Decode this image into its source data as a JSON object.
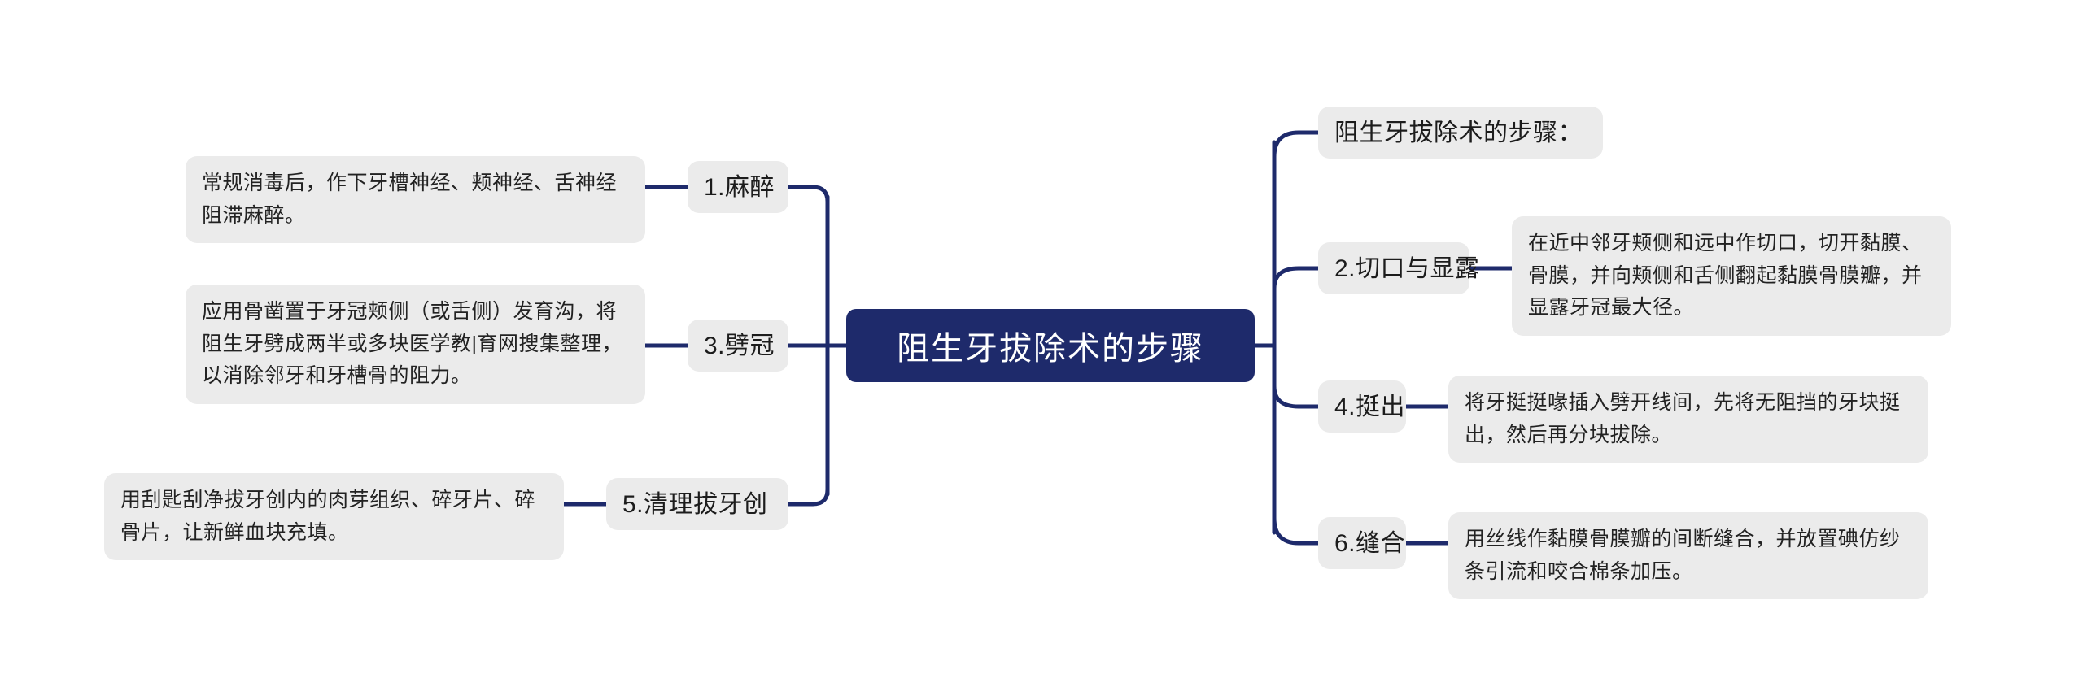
{
  "diagram": {
    "type": "mind-map",
    "title": "阻生牙拔除术的步骤",
    "accent_color": "#1e2a6b",
    "node_fill": "#ebebeb",
    "link_color": "#1e2a6b",
    "background": "#ffffff",
    "root": {
      "label": "阻生牙拔除术的步骤"
    },
    "left_branches": [
      {
        "label": "1.麻醉",
        "detail": "常规消毒后，作下牙槽神经、颊神经、舌神经阻滞麻醉。"
      },
      {
        "label": "3.劈冠",
        "detail": "应用骨凿置于牙冠颊侧（或舌侧）发育沟，将阻生牙劈成两半或多块医学教|育网搜集整理，以消除邻牙和牙槽骨的阻力。"
      },
      {
        "label": "5.清理拔牙创",
        "detail": "用刮匙刮净拔牙创内的肉芽组织、碎牙片、碎骨片，让新鲜血块充填。"
      }
    ],
    "right_branches": [
      {
        "label": "阻生牙拔除术的步骤：",
        "detail": ""
      },
      {
        "label": "2.切口与显露",
        "detail": "在近中邻牙颊侧和远中作切口，切开黏膜、骨膜，并向颊侧和舌侧翻起黏膜骨膜瓣，并显露牙冠最大径。"
      },
      {
        "label": "4.挺出",
        "detail": "将牙挺挺喙插入劈开线间，先将无阻挡的牙块挺出，然后再分块拔除。"
      },
      {
        "label": "6.缝合",
        "detail": "用丝线作黏膜骨膜瓣的间断缝合，并放置碘仿纱条引流和咬合棉条加压。"
      }
    ]
  }
}
